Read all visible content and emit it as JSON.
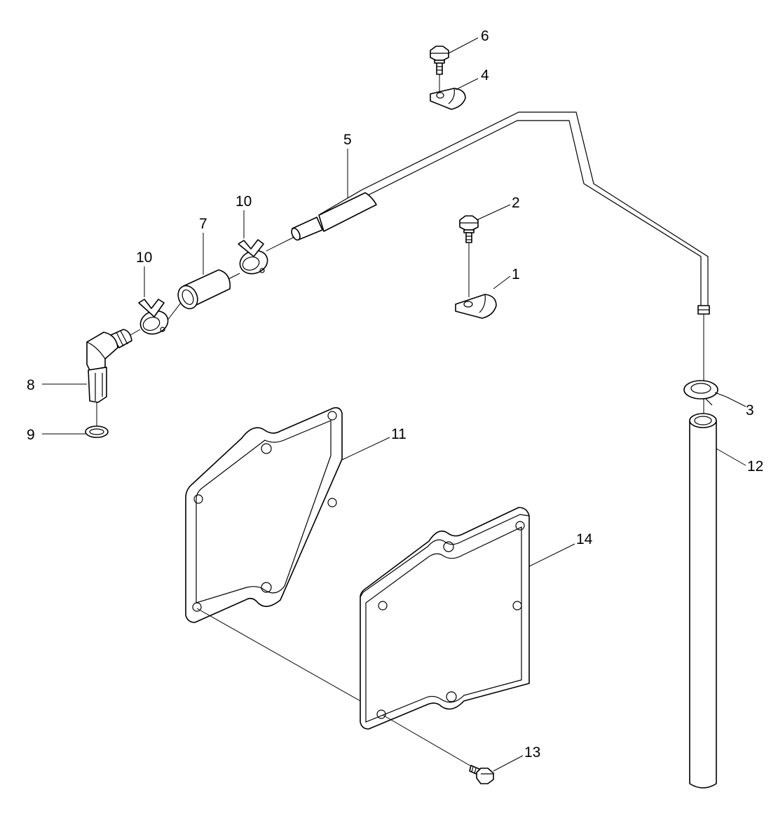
{
  "diagram": {
    "callouts": [
      {
        "id": "1",
        "label": "1"
      },
      {
        "id": "2",
        "label": "2"
      },
      {
        "id": "3",
        "label": "3"
      },
      {
        "id": "4",
        "label": "4"
      },
      {
        "id": "5",
        "label": "5"
      },
      {
        "id": "6",
        "label": "6"
      },
      {
        "id": "7",
        "label": "7"
      },
      {
        "id": "8",
        "label": "8"
      },
      {
        "id": "9",
        "label": "9"
      },
      {
        "id": "10a",
        "label": "10"
      },
      {
        "id": "10b",
        "label": "10"
      },
      {
        "id": "11",
        "label": "11"
      },
      {
        "id": "12",
        "label": "12"
      },
      {
        "id": "13",
        "label": "13"
      },
      {
        "id": "14",
        "label": "14"
      }
    ],
    "colors": {
      "line": "#000000",
      "background": "#ffffff"
    }
  }
}
